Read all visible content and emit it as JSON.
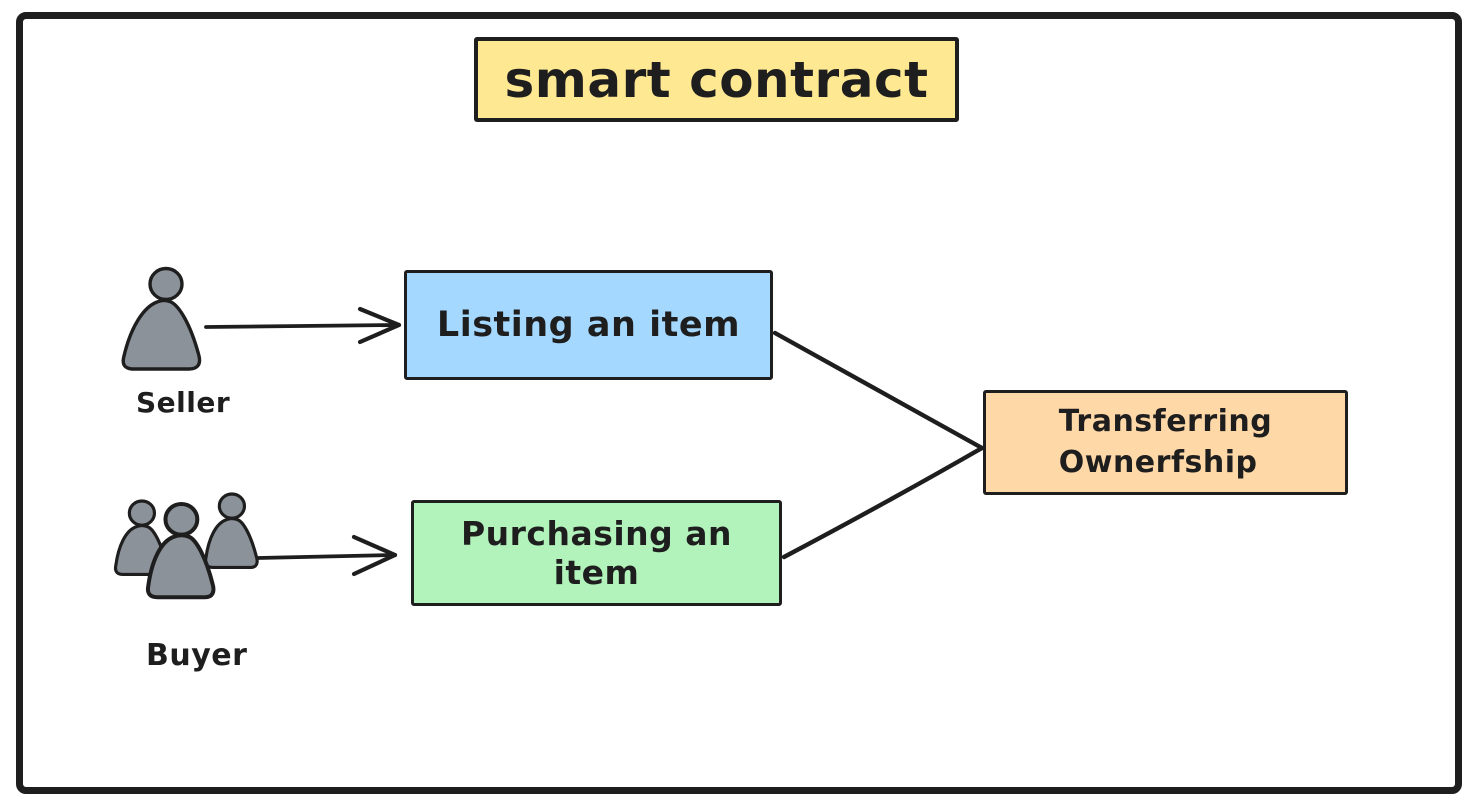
{
  "diagram": {
    "title": "smart contract",
    "actors": [
      {
        "id": "seller",
        "label": "Seller",
        "icon": "person-icon"
      },
      {
        "id": "buyer",
        "label": "Buyer",
        "icon": "people-group-icon"
      }
    ],
    "nodes": [
      {
        "id": "listing",
        "label": "Listing an item",
        "bg": "#a5d8ff"
      },
      {
        "id": "purchasing",
        "label": "Purchasing an item",
        "bg": "#b2f2bb"
      },
      {
        "id": "transferring",
        "label": "Transferring Ownerfship",
        "lines": [
          "Transferring",
          "Ownerfship"
        ],
        "bg": "#ffd8a8"
      }
    ],
    "connections": [
      {
        "from": "seller",
        "to": "listing",
        "type": "arrow"
      },
      {
        "from": "buyer",
        "to": "purchasing",
        "type": "arrow"
      },
      {
        "from": "listing",
        "to": "transferring",
        "type": "line"
      },
      {
        "from": "purchasing",
        "to": "transferring",
        "type": "line"
      }
    ],
    "colors": {
      "stroke": "#1e1e1e",
      "title_bg": "#ffe892",
      "listing_bg": "#a5d8ff",
      "purchasing_bg": "#b2f2bb",
      "transferring_bg": "#ffd8a8",
      "actor_fill": "#8b9299",
      "background": "#ffffff"
    }
  }
}
